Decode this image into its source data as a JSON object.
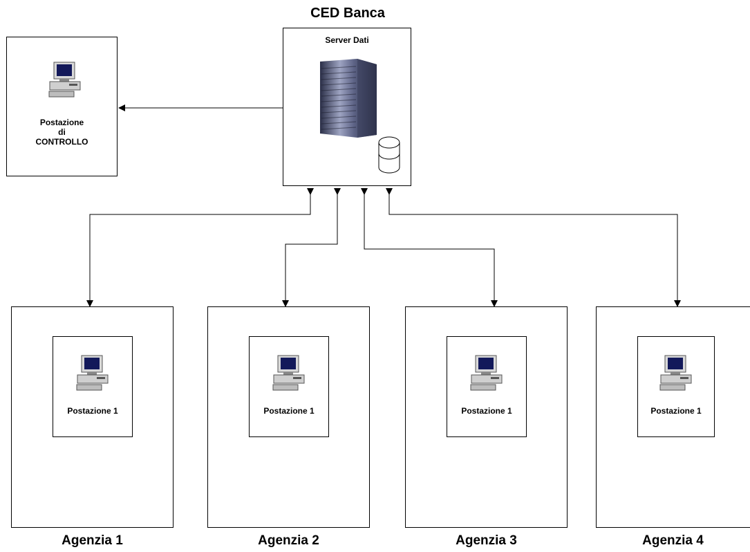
{
  "ced": {
    "title": "CED Banca",
    "server_label": "Server Dati",
    "icons": {
      "server": "server-tower-icon",
      "database": "database-cylinder-icon"
    }
  },
  "control": {
    "label_line1": "Postazione",
    "label_line2": "di",
    "label_line3": "CONTROLLO",
    "icon": "desktop-computer-icon"
  },
  "agencies": [
    {
      "name": "Agenzia 1",
      "workstation_label": "Postazione 1",
      "icon": "desktop-computer-icon"
    },
    {
      "name": "Agenzia 2",
      "workstation_label": "Postazione 1",
      "icon": "desktop-computer-icon"
    },
    {
      "name": "Agenzia 3",
      "workstation_label": "Postazione 1",
      "icon": "desktop-computer-icon"
    },
    {
      "name": "Agenzia 4",
      "workstation_label": "Postazione 1",
      "icon": "desktop-computer-icon"
    }
  ],
  "connections": [
    {
      "from": "CED Banca",
      "to": "Postazione di CONTROLLO",
      "arrow": "one-way"
    },
    {
      "from": "CED Banca",
      "to": "Agenzia 1",
      "arrow": "two-way"
    },
    {
      "from": "CED Banca",
      "to": "Agenzia 2",
      "arrow": "two-way"
    },
    {
      "from": "CED Banca",
      "to": "Agenzia 3",
      "arrow": "two-way"
    },
    {
      "from": "CED Banca",
      "to": "Agenzia 4",
      "arrow": "two-way"
    }
  ]
}
